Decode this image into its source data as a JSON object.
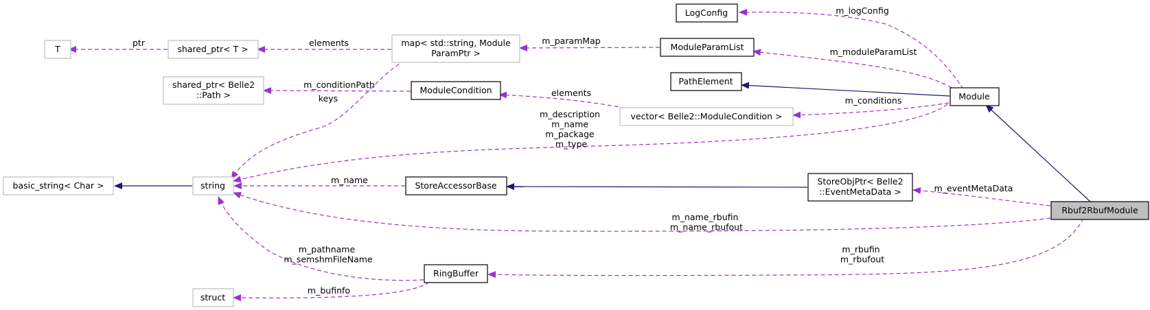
{
  "colors": {
    "inheritance": "#191970",
    "usage": "#9a32cd",
    "focus_fill": "#bfbfbf",
    "muted_border": "#bfbfbf"
  },
  "nodes": {
    "T": "T",
    "shared_ptr_T": "shared_ptr< T >",
    "map": [
      "map< std::string, Module",
      "ParamPtr >"
    ],
    "ModuleParamList": "ModuleParamList",
    "LogConfig": "LogConfig",
    "shared_ptr_path": [
      "shared_ptr< Belle2",
      "::Path >"
    ],
    "ModuleCondition": "ModuleCondition",
    "PathElement": "PathElement",
    "Module": "Module",
    "vector": "vector< Belle2::ModuleCondition >",
    "basic_string": "basic_string< Char >",
    "string": "string",
    "StoreAccessorBase": "StoreAccessorBase",
    "StoreObjPtr": [
      "StoreObjPtr< Belle2",
      "::EventMetaData >"
    ],
    "Rbuf2RbufModule": "Rbuf2RbufModule",
    "RingBuffer": "RingBuffer",
    "struct": "struct"
  },
  "edge_labels": {
    "ptr": "ptr",
    "elements_map": "elements",
    "paramMap": "m_paramMap",
    "logConfig": "m_logConfig",
    "moduleParamList": "m_moduleParamList",
    "conditionPath": "m_conditionPath",
    "elements_vector": "elements",
    "conditions": "m_conditions",
    "keys": "keys",
    "module_strings": [
      "m_description",
      "m_name",
      "m_package",
      "m_type"
    ],
    "accessor_name": "m_name",
    "eventMetaData": "m_eventMetaData",
    "rbuf_names": [
      "m_name_rbufin",
      "m_name_rbufout"
    ],
    "ringbuffer_strings": [
      "m_pathname",
      "m_semshmFileName"
    ],
    "bufinfo": "m_bufinfo",
    "rbufs": [
      "m_rbufin",
      "m_rbufout"
    ]
  }
}
